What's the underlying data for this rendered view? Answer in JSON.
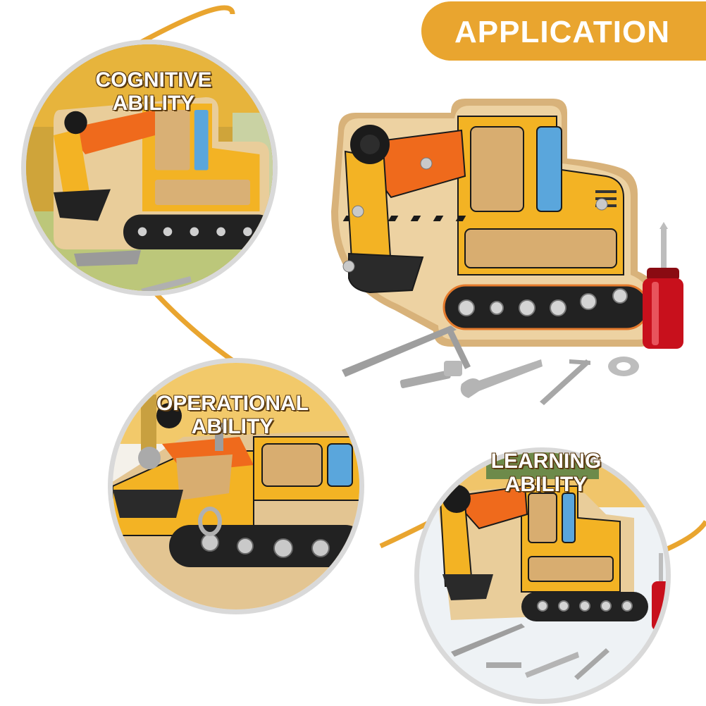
{
  "header": {
    "title": "APPLICATION"
  },
  "sections": {
    "cognitive": {
      "line1": "COGNITIVE",
      "line2": "ABILITY"
    },
    "operational": {
      "line1": "OPERATIONAL",
      "line2": "ABILITY"
    },
    "learning": {
      "line1": "LEARNING",
      "line2": "ABILITY"
    }
  },
  "colors": {
    "accent": "#e9a52f",
    "board_wood": "#e9cd9a",
    "excavator_yellow": "#f3b324",
    "excavator_orange": "#ef6a1c",
    "track_black": "#222222",
    "window_blue": "#5aa6dc",
    "screwdriver_red": "#c8101c",
    "circle_ring": "#d9d9d9"
  }
}
